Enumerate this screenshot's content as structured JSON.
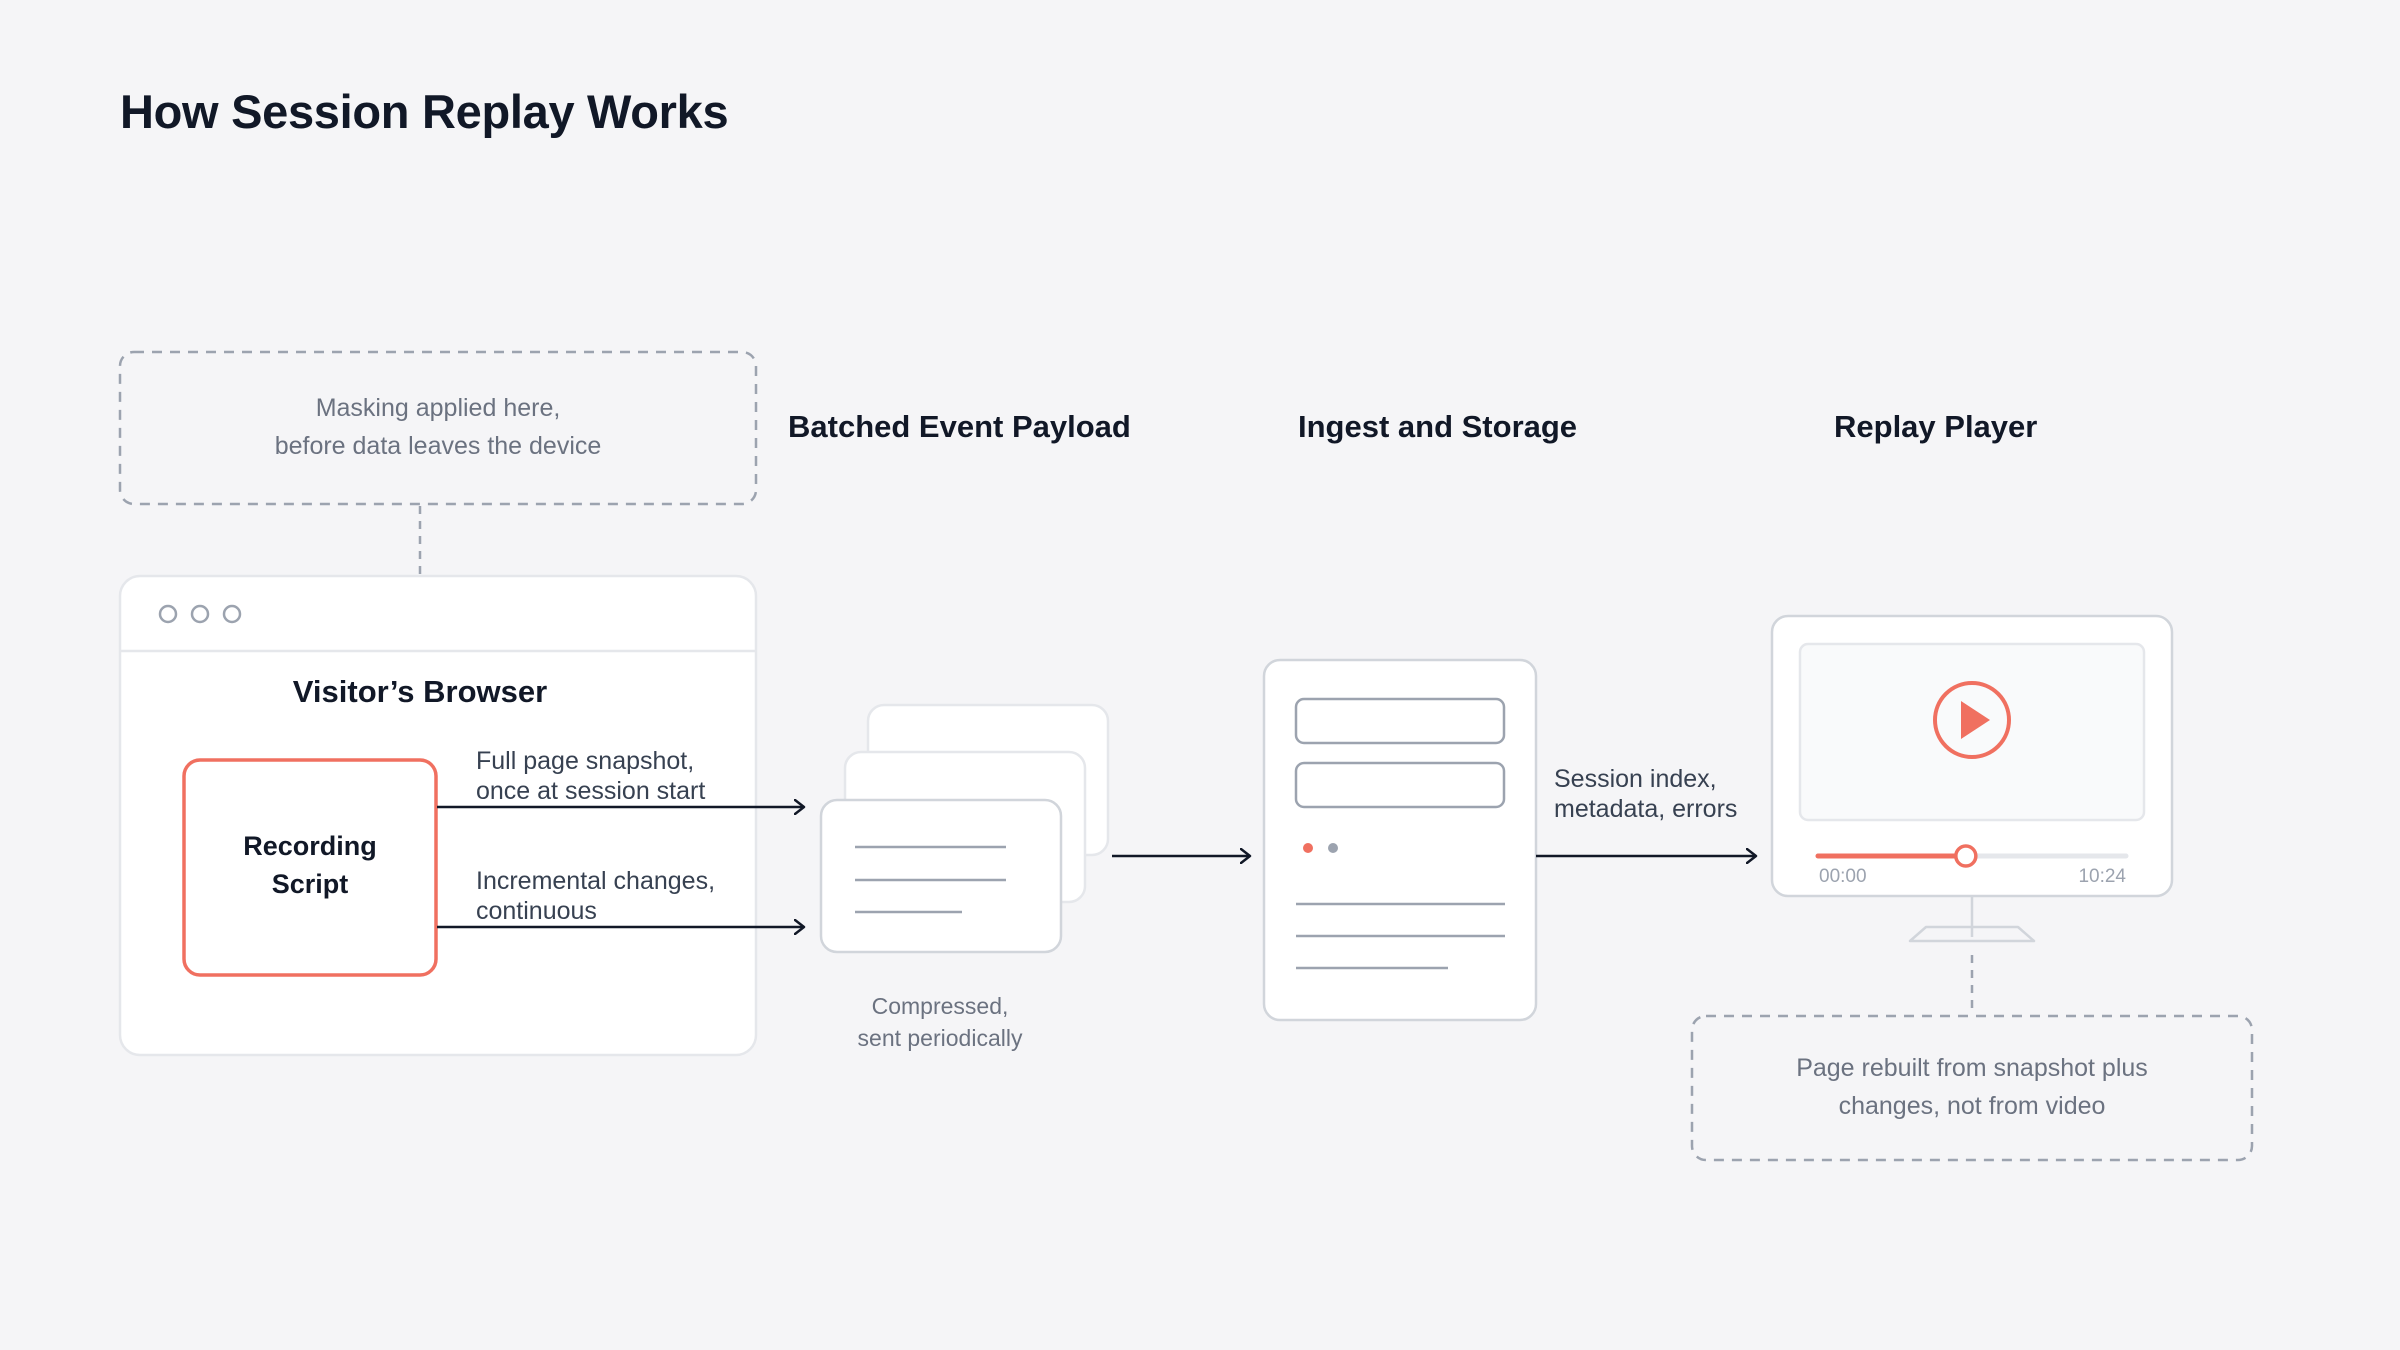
{
  "title": "How Session Replay Works",
  "masking_note": [
    "Masking applied here,",
    "before data leaves the device"
  ],
  "browser": {
    "title": "Visitor’s Browser",
    "script_label": [
      "Recording",
      "Script"
    ]
  },
  "arrows": {
    "snapshot": [
      "Full page snapshot,",
      "once at session start"
    ],
    "incremental": [
      "Incremental changes,",
      "continuous"
    ],
    "session_index": [
      "Session index,",
      "metadata, errors"
    ]
  },
  "payload": {
    "title": "Batched Event Payload",
    "caption": [
      "Compressed,",
      "sent periodically"
    ]
  },
  "storage": {
    "title": "Ingest and Storage"
  },
  "player": {
    "title": "Replay Player",
    "time_start": "00:00",
    "time_end": "10:24",
    "progress": 0.48
  },
  "player_note": [
    "Page rebuilt from snapshot plus",
    "changes, not from video"
  ],
  "colors": {
    "background": "#f5f5f7",
    "accent": "#f07060",
    "stroke": "#d1d5db",
    "dashed": "#9ca3af",
    "text": "#111827"
  }
}
